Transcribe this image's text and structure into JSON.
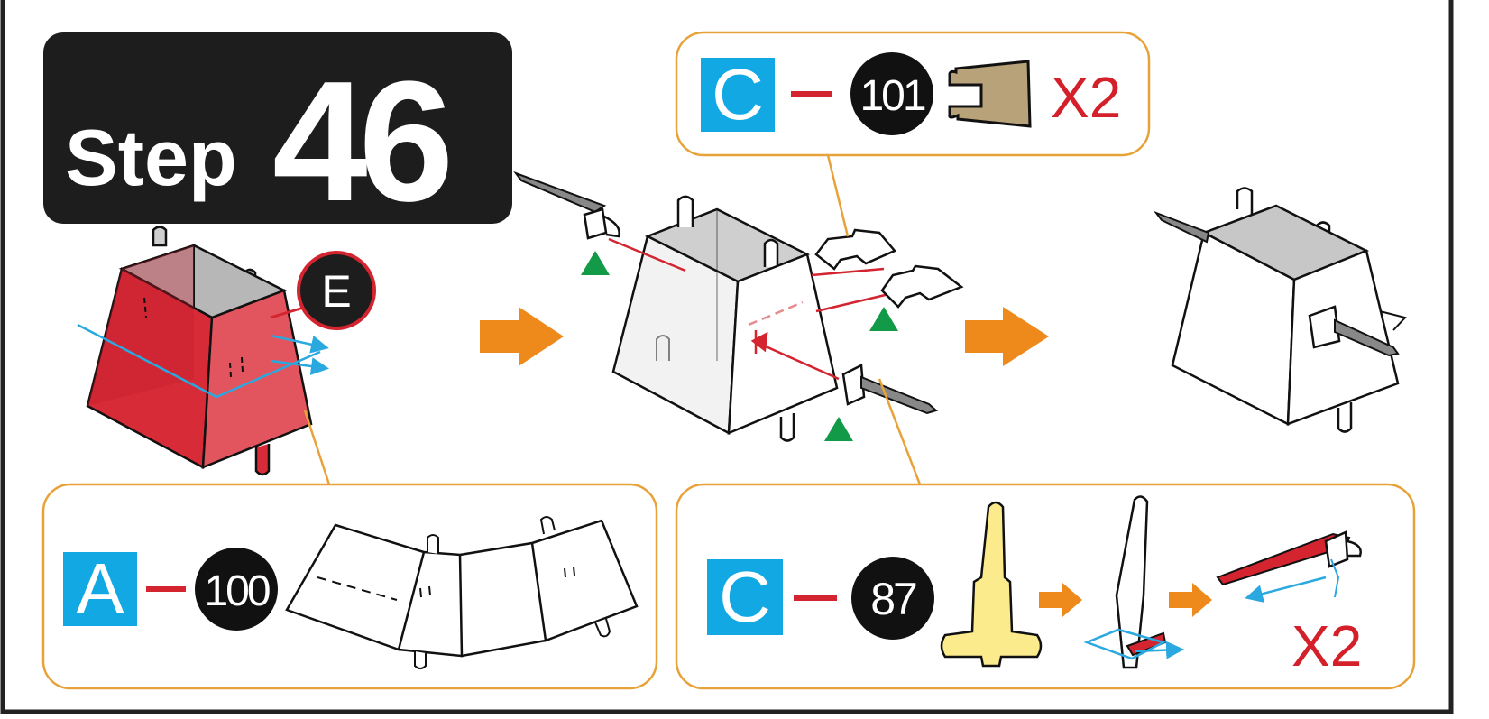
{
  "step": {
    "word": "Step",
    "number": "46"
  },
  "callout_E": {
    "letter": "E"
  },
  "callout_top": {
    "sheet": "C",
    "part": "101",
    "qty": "X2"
  },
  "callout_bottom_left": {
    "sheet": "A",
    "part": "100"
  },
  "callout_bottom_right": {
    "sheet": "C",
    "part": "87",
    "qty": "X2"
  },
  "colors": {
    "sheet_badge": "#11a8e4",
    "step_bg": "#1d1d1d",
    "callout_border": "#e8a23a",
    "flow_arrow": "#ee8a1c",
    "assembly_red": "#d42430",
    "qty_red": "#d4202a",
    "align_marker": "#129a48",
    "motion_blue": "#2aa8e0",
    "part_tan": "#b8a27a",
    "part_yellow": "#fbeb8c"
  },
  "icons": [
    "step-title",
    "sheet-badge",
    "part-number-badge",
    "flow-arrow",
    "align-triangle",
    "motion-arrow"
  ]
}
